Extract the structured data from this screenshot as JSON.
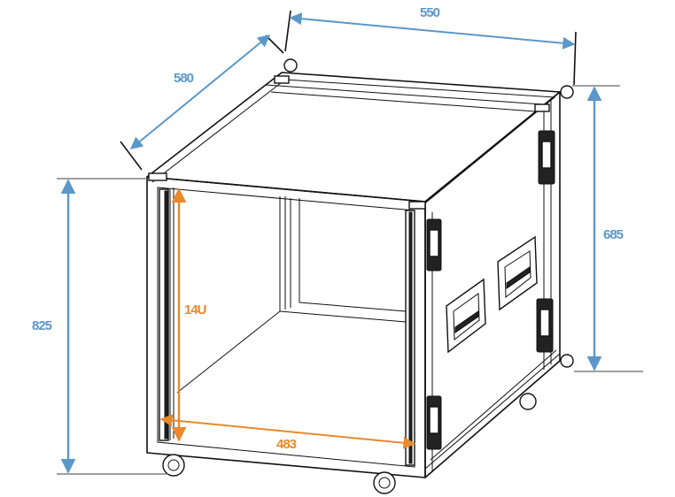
{
  "diagram": {
    "subject": "14U rack flight case on castors",
    "colors": {
      "outer_dimension": "#5b97c9",
      "inner_dimension": "#e8892b",
      "line_art": "#111111",
      "background": "#ffffff"
    },
    "dimensions": {
      "width": {
        "label": "550",
        "color": "outer_dimension"
      },
      "depth": {
        "label": "580",
        "color": "outer_dimension"
      },
      "height_total": {
        "label": "825",
        "color": "outer_dimension"
      },
      "height_body": {
        "label": "685",
        "color": "outer_dimension"
      },
      "rack_units": {
        "label": "14U",
        "color": "inner_dimension"
      },
      "rack_width": {
        "label": "483",
        "color": "inner_dimension"
      }
    }
  }
}
